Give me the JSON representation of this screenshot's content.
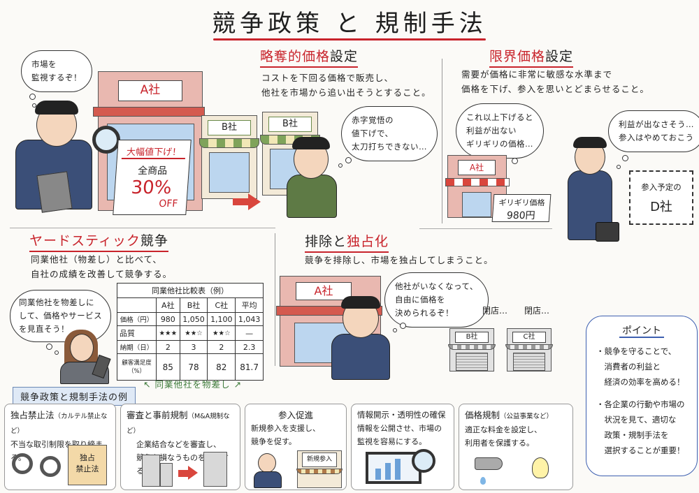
{
  "title": "競争政策 と 規制手法",
  "sections": {
    "predatory": {
      "heading_red": "略奪的価格",
      "heading_black": "設定",
      "desc_lines": [
        "コストを下回る価格で販売し、",
        "他社を市場から追い出そうとすること。"
      ],
      "monitor_bubble": [
        "市場を",
        "監視するぞ！"
      ],
      "store_a_sign": "A社",
      "store_b_sign_1": "B社",
      "store_b_sign_2": "B社",
      "board": {
        "line1": "大幅値下げ！",
        "line2": "全商品",
        "line3": "30%",
        "line4": "OFF"
      },
      "owner_bubble": [
        "赤字覚悟の",
        "値下げで、",
        "太刀打ちできない…"
      ]
    },
    "limit": {
      "heading_red": "限界価格",
      "heading_black": "設定",
      "desc_lines": [
        "需要が価格に非常に敏感な水準まで",
        "価格を下げ、参入を思いとどまらせること。"
      ],
      "store_bubble": [
        "これ以上下げると",
        "利益が出ない",
        "ギリギリの価格…"
      ],
      "entrant_bubble": [
        "利益が出なさそう…",
        "参入はやめておこう"
      ],
      "store_a_sign": "A社",
      "price_board": {
        "line1": "ギリギリ価格",
        "line2": "980円"
      },
      "planned": {
        "line1": "参入予定の",
        "line2": "D社"
      }
    },
    "yardstick": {
      "heading_red": "ヤードスティック",
      "heading_black": "競争",
      "desc_lines": [
        "同業他社（物差し）と比べて、",
        "自社の成績を改善して競争する。"
      ],
      "bubble": [
        "同業他社を物差しに",
        "して、価格やサービス",
        "を見直そう！"
      ],
      "table": {
        "caption": "同業他社比較表（例）",
        "headers": [
          "",
          "A社",
          "B社",
          "C社",
          "平均"
        ],
        "rows": [
          [
            "価格（円）",
            "980",
            "1,050",
            "1,100",
            "1,043"
          ],
          [
            "品質",
            "★★★",
            "★★☆",
            "★★☆",
            "—"
          ],
          [
            "納期（日）",
            "2",
            "3",
            "2",
            "2.3"
          ],
          [
            "顧客満足度（%）",
            "85",
            "78",
            "82",
            "81.7"
          ]
        ],
        "footnote": "同業他社を物差し"
      }
    },
    "exclusion": {
      "heading_black": "排除と",
      "heading_red": "独占化",
      "desc": "競争を排除し、市場を独占してしまうこと。",
      "store_a_sign": "A社",
      "bubble": [
        "他社がいなくなって、",
        "自由に価格を",
        "決められるぞ！"
      ],
      "closed_1": "閉店…",
      "closed_2": "閉店…",
      "store_b_sign": "B社",
      "store_c_sign": "C社"
    }
  },
  "examples": {
    "label": "競争政策と規制手法の例",
    "cards": [
      {
        "title": "独占禁止法",
        "sub": "（カルテル禁止など）",
        "lines": [
          "不当な取引制限を取り締まる。"
        ],
        "book_label": [
          "独占",
          "禁止法"
        ]
      },
      {
        "title": "審査と事前規制",
        "sub": "（M&A規制など）",
        "lines": [
          "企業結合などを審査し、",
          "競争を損なうものを禁止する。"
        ]
      },
      {
        "title": "参入促進",
        "sub": "",
        "lines": [
          "新規参入を支援し、",
          "競争を促す。"
        ],
        "shop_sign": "新規参入"
      },
      {
        "title": "情報開示・透明性の確保",
        "sub": "",
        "lines": [
          "情報を公開させ、市場の",
          "監視を容易にする。"
        ]
      },
      {
        "title": "価格規制",
        "sub": "（公益事業など）",
        "lines": [
          "適正な料金を設定し、",
          "利用者を保護する。"
        ]
      }
    ]
  },
  "point": {
    "heading": "ポイント",
    "items": [
      [
        "・競争を守ることで、",
        "　消費者の利益と",
        "　経済の効率を高める！"
      ],
      [
        "・各企業の行動や市場の",
        "　状況を見て、適切な",
        "　政策・規制手法を",
        "　選択することが重要！"
      ]
    ]
  },
  "colors": {
    "accent_red": "#c8232b",
    "point_blue": "#3d5fb0",
    "label_bg": "#dfe9f6"
  }
}
